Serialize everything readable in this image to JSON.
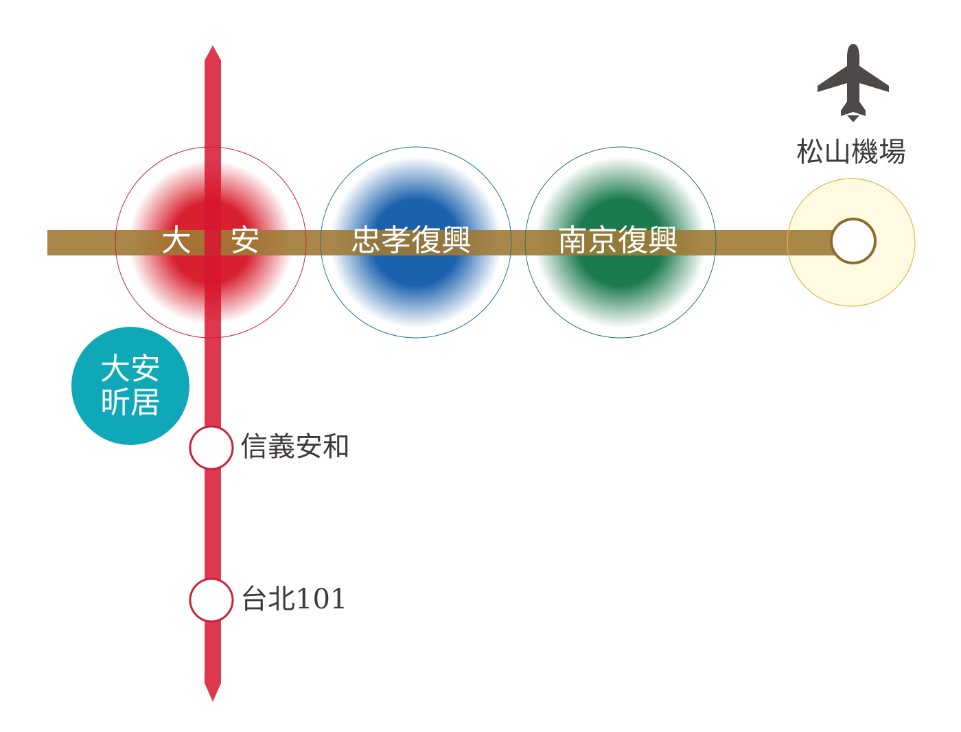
{
  "colors": {
    "red_line": "#d7152f",
    "brown_line": "#a07a35",
    "daan_glow": "#d8202f",
    "zhongxiao_glow": "#1b62ad",
    "nanjing_glow": "#1c7a4f",
    "airport_glow": "#fffbe2",
    "airport_ring": "#e8b04a",
    "station_stroke_red": "#c8223a",
    "station_stroke_brown": "#8f6a2e",
    "badge": "#0fa8b9",
    "text_dark": "#3e3a39",
    "plane": "#4c4948"
  },
  "icons": {
    "airport": "airplane-icon"
  },
  "stations": {
    "daan": {
      "char1": "大",
      "char2": "安"
    },
    "zhongxiao_fuxing": "忠孝復興",
    "nanjing_fuxing": "南京復興",
    "songshan_airport": "松山機場",
    "xinyi_anhe": "信義安和",
    "taipei_101": "台北101"
  },
  "badge": {
    "line1": "大安",
    "line2": "昕居"
  }
}
